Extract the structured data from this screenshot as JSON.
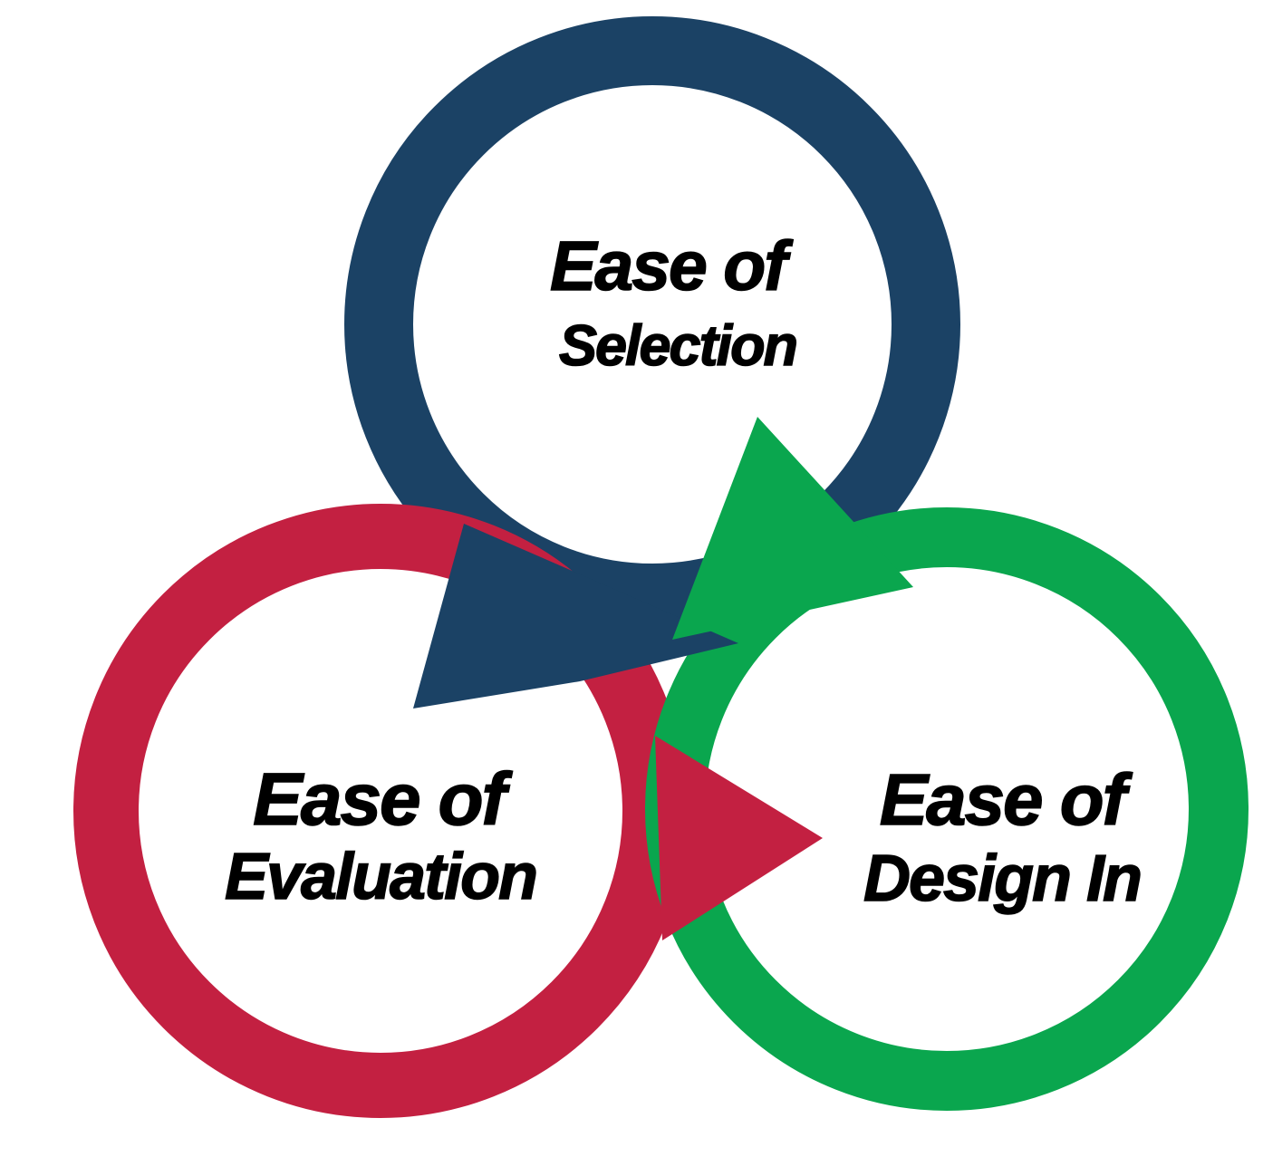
{
  "diagram": {
    "type": "cycle",
    "background": "#ffffff",
    "text_color": "#000000",
    "nodes": [
      {
        "id": "selection",
        "label_line1": "Ease of",
        "label_line2": "Selection",
        "color": "#1b4265"
      },
      {
        "id": "evaluation",
        "label_line1": "Ease of",
        "label_line2": "Evaluation",
        "color": "#c32041"
      },
      {
        "id": "design_in",
        "label_line1": "Ease of",
        "label_line2": "Design In",
        "color": "#0aa64e"
      }
    ],
    "arrows": [
      {
        "from": "selection",
        "to": "evaluation",
        "color": "#1b4265"
      },
      {
        "from": "evaluation",
        "to": "design_in",
        "color": "#c32041"
      },
      {
        "from": "design_in",
        "to": "selection",
        "color": "#0aa64e"
      }
    ]
  }
}
